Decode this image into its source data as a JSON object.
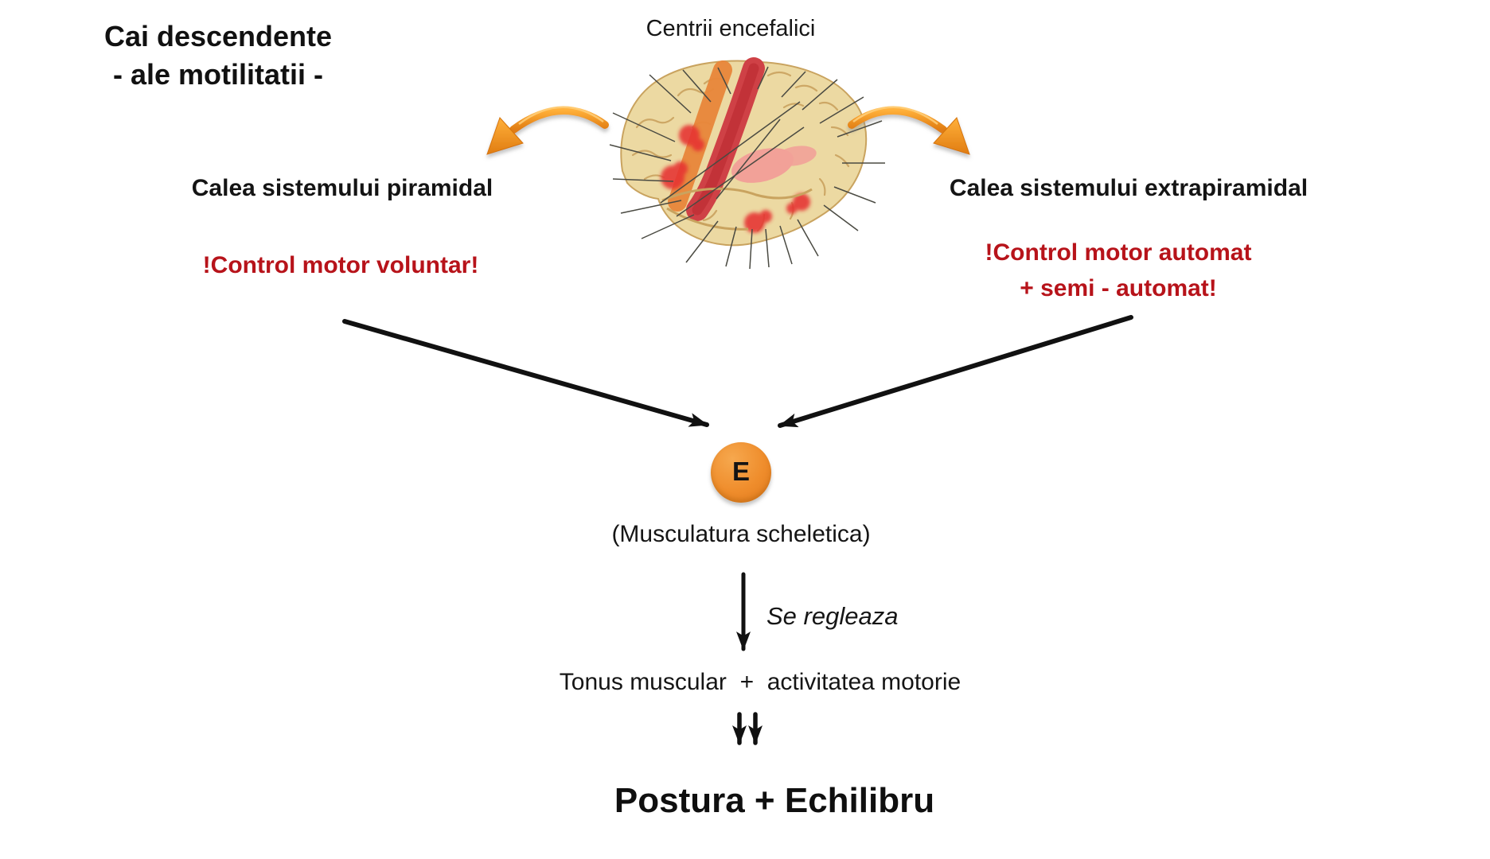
{
  "slide": {
    "title_line1": "Cai descendente",
    "title_line2": "- ale motilitatii -",
    "top_label": "Centrii encefalici",
    "left_branch": {
      "heading": "Calea sistemului piramidal",
      "note": "!Control motor voluntar!"
    },
    "right_branch": {
      "heading": "Calea sistemului extrapiramidal",
      "note_line1": "!Control motor automat",
      "note_line2": "+ semi - automat!"
    },
    "effector": {
      "letter": "E",
      "sublabel": "(Musculatura scheletica)"
    },
    "regulation_label": "Se regleaza",
    "outcome_line": "Tonus muscular  +  activitatea motorie",
    "final_outcome": "Postura + Echilibru",
    "colors": {
      "emphasis_red": "#b7131a",
      "effector_orange": "#ef8d2c",
      "swoosh_orange": "#ee8d1c",
      "arrow_black": "#111111",
      "brain_beige": "#ecd9a2",
      "brain_outline_tan": "#c9a35f",
      "motor_band_red": "#cf4146",
      "premotor_band_orange": "#e8863a",
      "lesion_spot_red": "#e63232"
    },
    "icons": {
      "brain": "brain-illustration",
      "left_swoosh": "curved-arrow-left-icon",
      "right_swoosh": "curved-arrow-right-icon"
    }
  }
}
